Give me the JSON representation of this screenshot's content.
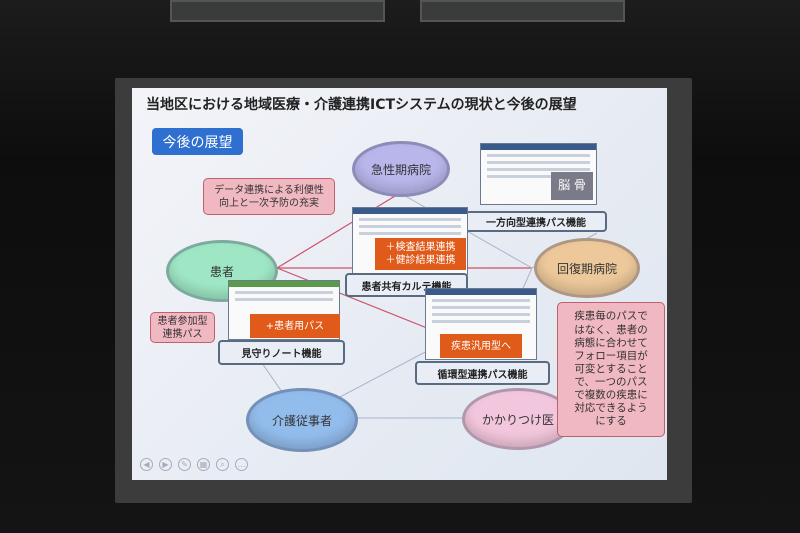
{
  "slide": {
    "title": "当地区における地域医療・介護連携ICTシステムの現状と今後の展望",
    "badge": "今後の展望",
    "nodes": {
      "acute": "急性期病院",
      "patient": "患者",
      "recovery": "回復期病院",
      "care": "介護従事者",
      "gp": "かかりつけ医"
    },
    "functions": {
      "one_way": "一方向型連携パス機能",
      "shared_chart": "患者共有カルテ機能",
      "watch_note": "見守りノート機能",
      "circular": "循環型連携パス機能"
    },
    "orange": {
      "shared_1": "＋検査結果連携",
      "shared_2": "＋健診結果連携",
      "patient_path": "+患者用パス",
      "disease": "疾患汎用型へ",
      "bone_label": "脳 骨"
    },
    "callouts": {
      "data_link": [
        "データ連携による利便性",
        "向上と一次予防の充実"
      ],
      "patient_join": [
        "患者参加型",
        "連携パス"
      ],
      "disease_path": [
        "疾患毎のパスで",
        "はなく、患者の",
        "病態に合わせて",
        "フォロー項目が",
        "可変とすること",
        "で、一つのパス",
        "で複数の疾患に",
        "対応できるよう",
        "にする"
      ]
    }
  },
  "colors": {
    "badge": "#2f6fd0",
    "orange": "#e05a1a",
    "callout": "#f0b8c0"
  }
}
